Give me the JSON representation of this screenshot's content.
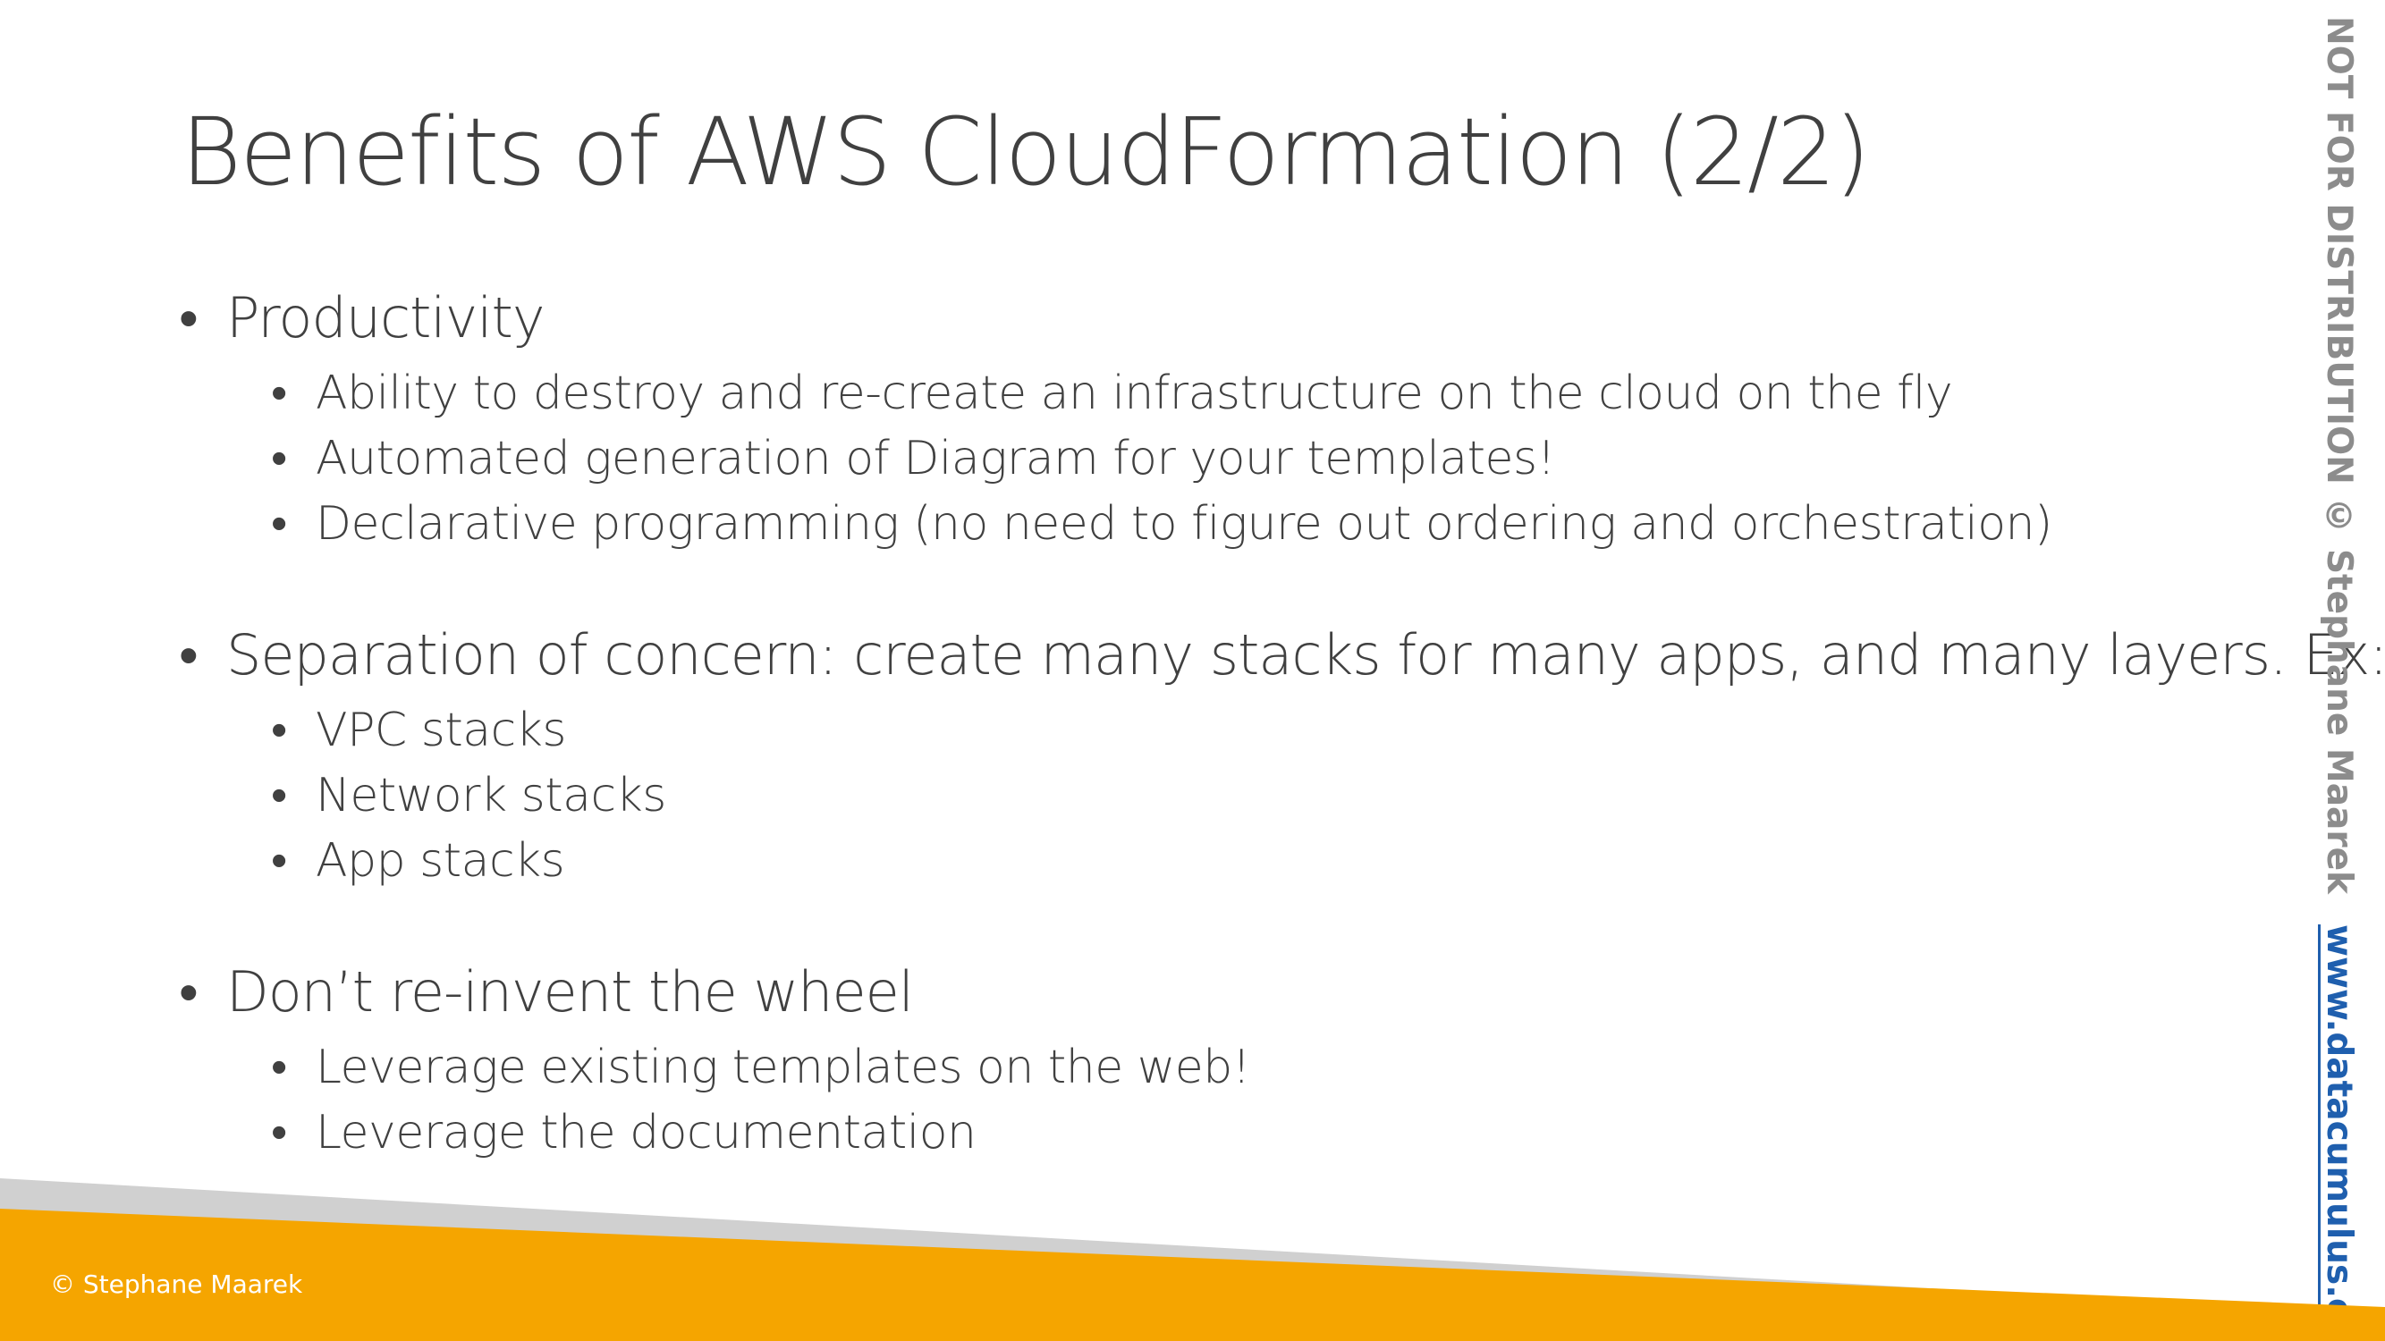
{
  "slide": {
    "title": "Benefits of AWS CloudFormation (2/2)",
    "sections": [
      {
        "heading": "Productivity",
        "items": [
          "Ability to destroy and re-create an infrastructure on the cloud on the fly",
          "Automated generation of Diagram for your templates!",
          "Declarative programming (no need to figure out ordering and orchestration)"
        ]
      },
      {
        "heading": "Separation of concern: create many stacks for many apps, and many layers. Ex:",
        "items": [
          "VPC stacks",
          "Network stacks",
          "App stacks"
        ]
      },
      {
        "heading": "Don’t re-invent the wheel",
        "items": [
          "Leverage existing templates on the web!",
          "Leverage the documentation"
        ]
      }
    ]
  },
  "sidebar": {
    "notice": "NOT FOR DISTRIBUTION © Stephane Maarek",
    "link": "www.datacumulus.com"
  },
  "footer": {
    "copyright": "© Stephane Maarek"
  },
  "colors": {
    "title_text": "#404040",
    "footer_orange": "#f5a500",
    "footer_gray": "#d0d0d0",
    "link_blue": "#1f5fae"
  }
}
